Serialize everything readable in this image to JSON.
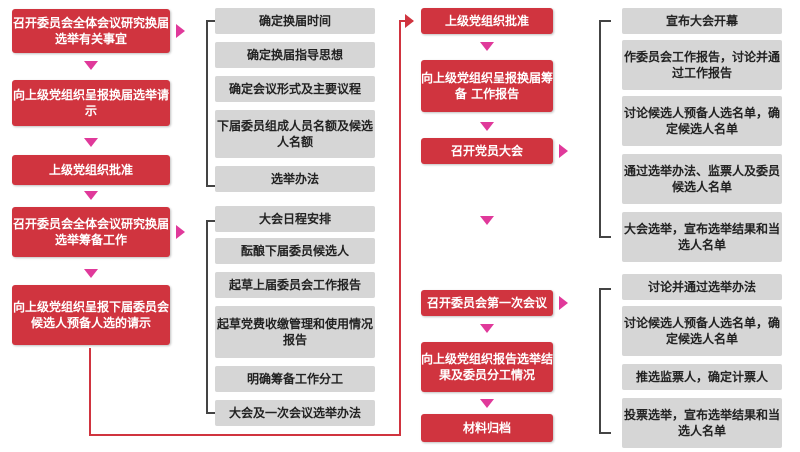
{
  "left_steps": [
    "召开委员会全体会议研究换届选举有关事宜",
    "向上级党组织呈报换届选举请示",
    "上级党组织批准",
    "召开委员会全体会议研究换届选举筹备工作",
    "向上级党组织呈报下届委员会候选人预备人选的请示"
  ],
  "group1_items": [
    "确定换届时间",
    "确定换届指导思想",
    "确定会议形式及主要议程",
    "下届委员组成人员名额及候选人名额",
    "选举办法"
  ],
  "group2_items": [
    "大会日程安排",
    "酝酿下届委员候选人",
    "起草上届委员会工作报告",
    "起草党费收缴管理和使用情况报告",
    "明确筹备工作分工",
    "大会及一次会议选举办法"
  ],
  "mid_steps": [
    "上级党组织批准",
    "向上级党组织呈报换届筹备 工作报告",
    "召开党员大会",
    "召开委员会第一次会议",
    "向上级党组织报告选举结果及委员分工情况",
    "材料归档"
  ],
  "group3_items": [
    "宣布大会开幕",
    "作委员会工作报告，讨论并通过工作报告",
    "讨论候选人预备人选名单，确定候选人名单",
    "通过选举办法、监票人及委员候选人名单",
    "大会选举，宣布选举结果和当选人名单"
  ],
  "group4_items": [
    "讨论并通过选举办法",
    "讨论候选人预备人选名单，确定候选人名单",
    "推选监票人，确定计票人",
    "投票选举，宣布选举结果和当选人名单"
  ],
  "colors": {
    "step": "#d0343f",
    "item": "#d6d6d6",
    "arrow": "#e0399a",
    "flow_line": "#d0343f"
  }
}
